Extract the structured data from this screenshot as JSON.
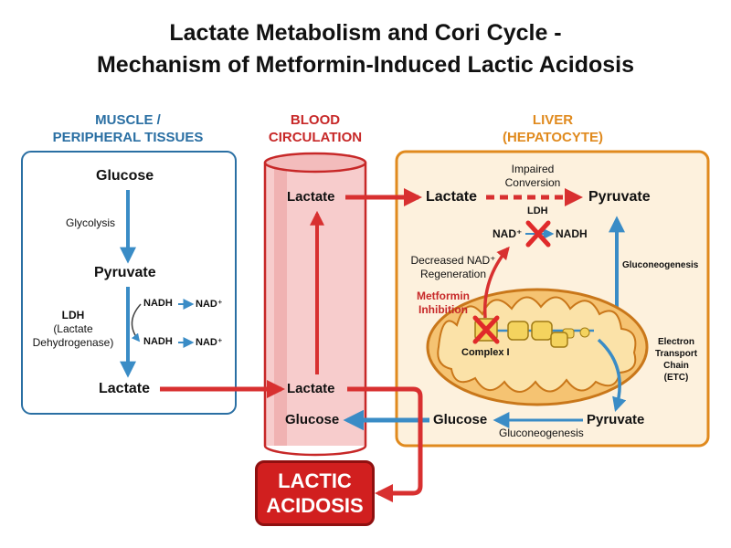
{
  "title": {
    "line1": "Lactate Metabolism and Cori Cycle -",
    "line2": "Mechanism of Metformin-Induced Lactic Acidosis"
  },
  "sections": {
    "muscle": {
      "line1": "MUSCLE /",
      "line2": "PERIPHERAL TISSUES"
    },
    "blood": {
      "line1": "BLOOD",
      "line2": "CIRCULATION"
    },
    "liver": {
      "line1": "LIVER",
      "line2": "(HEPATOCYTE)"
    }
  },
  "muscle": {
    "glucose": "Glucose",
    "glycolysis": "Glycolysis",
    "pyruvate": "Pyruvate",
    "ldh": "LDH",
    "ldh_full_1": "(Lactate",
    "ldh_full_2": "Dehydrogenase)",
    "nadh_top": "NADH",
    "nad_top": "NAD⁺",
    "nadh_bottom": "NADH",
    "nad_bottom": "NAD⁺",
    "lactate": "Lactate"
  },
  "blood": {
    "lactate_top": "Lactate",
    "lactate_bottom": "Lactate",
    "glucose": "Glucose"
  },
  "liver": {
    "lactate": "Lactate",
    "impaired_1": "Impaired",
    "impaired_2": "Conversion",
    "pyruvate_top": "Pyruvate",
    "ldh": "LDH",
    "nad": "NAD⁺",
    "nadh": "NADH",
    "decreased_1": "Decreased NAD⁺",
    "decreased_2": "Regeneration",
    "metformin_1": "Metformin",
    "metformin_2": "Inhibition",
    "gluconeogenesis_side": "Gluconeogenesis",
    "complex": "Complex I",
    "etc_1": "Electron",
    "etc_2": "Transport",
    "etc_3": "Chain",
    "etc_4": "(ETC)",
    "glucose": "Glucose",
    "pyruvate_bottom": "Pyruvate",
    "gluconeogenesis_bottom": "Gluconeogenesis"
  },
  "outcome": {
    "line1": "LACTIC",
    "line2": "ACIDOSIS"
  },
  "colors": {
    "muscle_accent": "#2a6fa3",
    "blood_accent": "#c72828",
    "liver_accent": "#e08a1e",
    "arrow_blue": "#3a8cc6",
    "arrow_red": "#d83030",
    "vessel_fill": "#f7cccc",
    "liver_fill": "#fdf1dd",
    "mito_fill": "#f5c372",
    "inhibit_x": "#e02a2a"
  }
}
